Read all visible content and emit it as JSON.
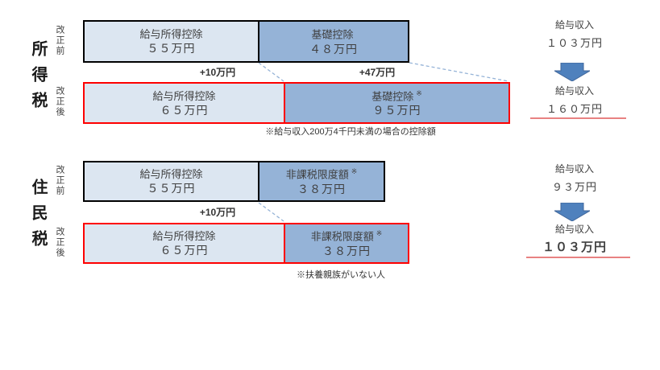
{
  "colors": {
    "box_light_blue": "#dce6f1",
    "box_medium_blue": "#95b3d7",
    "arrow_blue": "#4f81bd",
    "highlight_red": "#ff0000",
    "underline_red": "#e05858",
    "text": "#3f3f3f"
  },
  "income_tax": {
    "section_label": "所得税",
    "before": {
      "phase_label": "改正前",
      "salary_deduction": {
        "title": "給与所得控除",
        "amount": "５５万円"
      },
      "basic_deduction": {
        "title": "基礎控除",
        "amount": "４８万円"
      }
    },
    "after": {
      "phase_label": "改正後",
      "salary_deduction": {
        "title": "給与所得控除",
        "amount": "６５万円"
      },
      "basic_deduction": {
        "title": "基礎控除",
        "sup": "※",
        "amount": "９５万円"
      }
    },
    "delta_salary": "+10万円",
    "delta_basic": "+47万円",
    "note": "※給与収入200万4千円未満の場合の控除額",
    "salary_income_before": {
      "label": "給与収入",
      "amount": "１０３万円"
    },
    "salary_income_after": {
      "label": "給与収入",
      "amount": "１６０万円"
    }
  },
  "resident_tax": {
    "section_label": "住民税",
    "before": {
      "phase_label": "改正前",
      "salary_deduction": {
        "title": "給与所得控除",
        "amount": "５５万円"
      },
      "exemption_limit": {
        "title": "非課税限度額",
        "sup": "※",
        "amount": "３８万円"
      }
    },
    "after": {
      "phase_label": "改正後",
      "salary_deduction": {
        "title": "給与所得控除",
        "amount": "６５万円"
      },
      "exemption_limit": {
        "title": "非課税限度額",
        "sup": "※",
        "amount": "３８万円"
      }
    },
    "delta_salary": "+10万円",
    "note": "※扶養親族がいない人",
    "salary_income_before": {
      "label": "給与収入",
      "amount": "９３万円"
    },
    "salary_income_after": {
      "label": "給与収入",
      "amount": "１０３万円"
    }
  }
}
